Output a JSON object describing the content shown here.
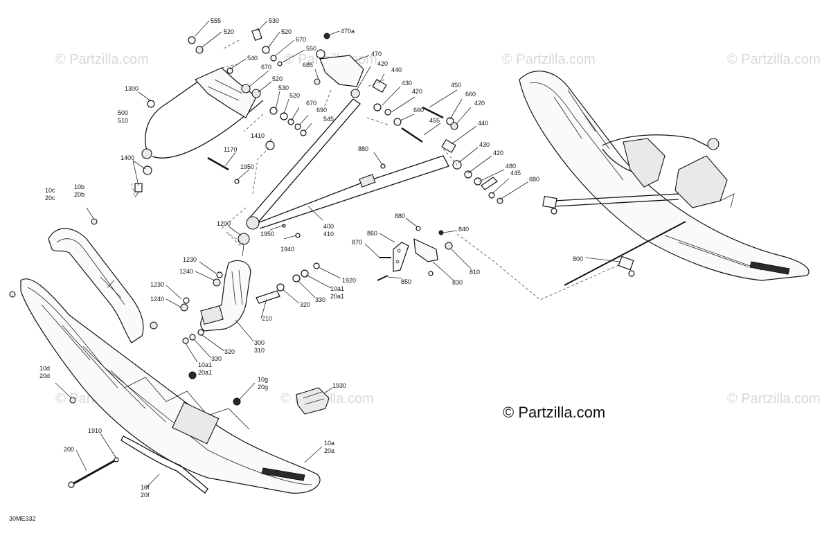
{
  "watermark": "© Partzilla.com",
  "brand_label": "© Partzilla.com",
  "diagram_code": "30ME332",
  "callouts": [
    {
      "id": "c555",
      "text": "555"
    },
    {
      "id": "c520a",
      "text": "520"
    },
    {
      "id": "c530a",
      "text": "530"
    },
    {
      "id": "c520b",
      "text": "520"
    },
    {
      "id": "c670a",
      "text": "670"
    },
    {
      "id": "c550",
      "text": "550"
    },
    {
      "id": "c470a",
      "text": "470a"
    },
    {
      "id": "c540",
      "text": "540"
    },
    {
      "id": "c470",
      "text": "470"
    },
    {
      "id": "c685",
      "text": "685"
    },
    {
      "id": "c670b",
      "text": "670"
    },
    {
      "id": "c420a",
      "text": "420"
    },
    {
      "id": "c520c",
      "text": "520"
    },
    {
      "id": "c440a",
      "text": "440"
    },
    {
      "id": "c1300",
      "text": "1300"
    },
    {
      "id": "c530b",
      "text": "530"
    },
    {
      "id": "c430a",
      "text": "430"
    },
    {
      "id": "c450",
      "text": "450"
    },
    {
      "id": "c520d",
      "text": "520"
    },
    {
      "id": "c420b",
      "text": "420"
    },
    {
      "id": "c660a",
      "text": "660"
    },
    {
      "id": "c500",
      "text": "500"
    },
    {
      "id": "c510",
      "text": "510"
    },
    {
      "id": "c670c",
      "text": "670"
    },
    {
      "id": "c690",
      "text": "690"
    },
    {
      "id": "c420c",
      "text": "420"
    },
    {
      "id": "c660b",
      "text": "660"
    },
    {
      "id": "c545",
      "text": "545"
    },
    {
      "id": "c455",
      "text": "455"
    },
    {
      "id": "c440b",
      "text": "440"
    },
    {
      "id": "c1410",
      "text": "1410"
    },
    {
      "id": "c880a",
      "text": "880"
    },
    {
      "id": "c430b",
      "text": "430"
    },
    {
      "id": "c1170",
      "text": "1170"
    },
    {
      "id": "c420d",
      "text": "420"
    },
    {
      "id": "c1400",
      "text": "1400"
    },
    {
      "id": "c1950a",
      "text": "1950"
    },
    {
      "id": "c480",
      "text": "480"
    },
    {
      "id": "c445",
      "text": "445"
    },
    {
      "id": "c680",
      "text": "680"
    },
    {
      "id": "c10c",
      "text": "10c"
    },
    {
      "id": "c20c",
      "text": "20c"
    },
    {
      "id": "c10b",
      "text": "10b"
    },
    {
      "id": "c20b",
      "text": "20b"
    },
    {
      "id": "c880b",
      "text": "880"
    },
    {
      "id": "c1200",
      "text": "1200"
    },
    {
      "id": "c840",
      "text": "840"
    },
    {
      "id": "c860",
      "text": "860"
    },
    {
      "id": "c400",
      "text": "400"
    },
    {
      "id": "c410",
      "text": "410"
    },
    {
      "id": "c1950b",
      "text": "1950"
    },
    {
      "id": "c870",
      "text": "870"
    },
    {
      "id": "c1940",
      "text": "1940"
    },
    {
      "id": "c1230a",
      "text": "1230"
    },
    {
      "id": "c800",
      "text": "800"
    },
    {
      "id": "c810",
      "text": "810"
    },
    {
      "id": "c1240a",
      "text": "1240"
    },
    {
      "id": "c1920",
      "text": "1920"
    },
    {
      "id": "c850",
      "text": "850"
    },
    {
      "id": "c830",
      "text": "830"
    },
    {
      "id": "c1230b",
      "text": "1230"
    },
    {
      "id": "c10a1a",
      "text": "10a1"
    },
    {
      "id": "c20a1a",
      "text": "20a1"
    },
    {
      "id": "c330a",
      "text": "330"
    },
    {
      "id": "c1240b",
      "text": "1240"
    },
    {
      "id": "c320a",
      "text": "320"
    },
    {
      "id": "c210",
      "text": "210"
    },
    {
      "id": "c300",
      "text": "300"
    },
    {
      "id": "c310",
      "text": "310"
    },
    {
      "id": "c320b",
      "text": "320"
    },
    {
      "id": "c330b",
      "text": "330"
    },
    {
      "id": "c10a1b",
      "text": "10a1"
    },
    {
      "id": "c20a1b",
      "text": "20a1"
    },
    {
      "id": "c10d",
      "text": "10d"
    },
    {
      "id": "c20d",
      "text": "20d"
    },
    {
      "id": "c10g",
      "text": "10g"
    },
    {
      "id": "c20g",
      "text": "20g"
    },
    {
      "id": "c1930",
      "text": "1930"
    },
    {
      "id": "c1910",
      "text": "1910"
    },
    {
      "id": "c200",
      "text": "200"
    },
    {
      "id": "c10a",
      "text": "10a"
    },
    {
      "id": "c20a",
      "text": "20a"
    },
    {
      "id": "c10f",
      "text": "10f"
    },
    {
      "id": "c20f",
      "text": "20f"
    }
  ]
}
